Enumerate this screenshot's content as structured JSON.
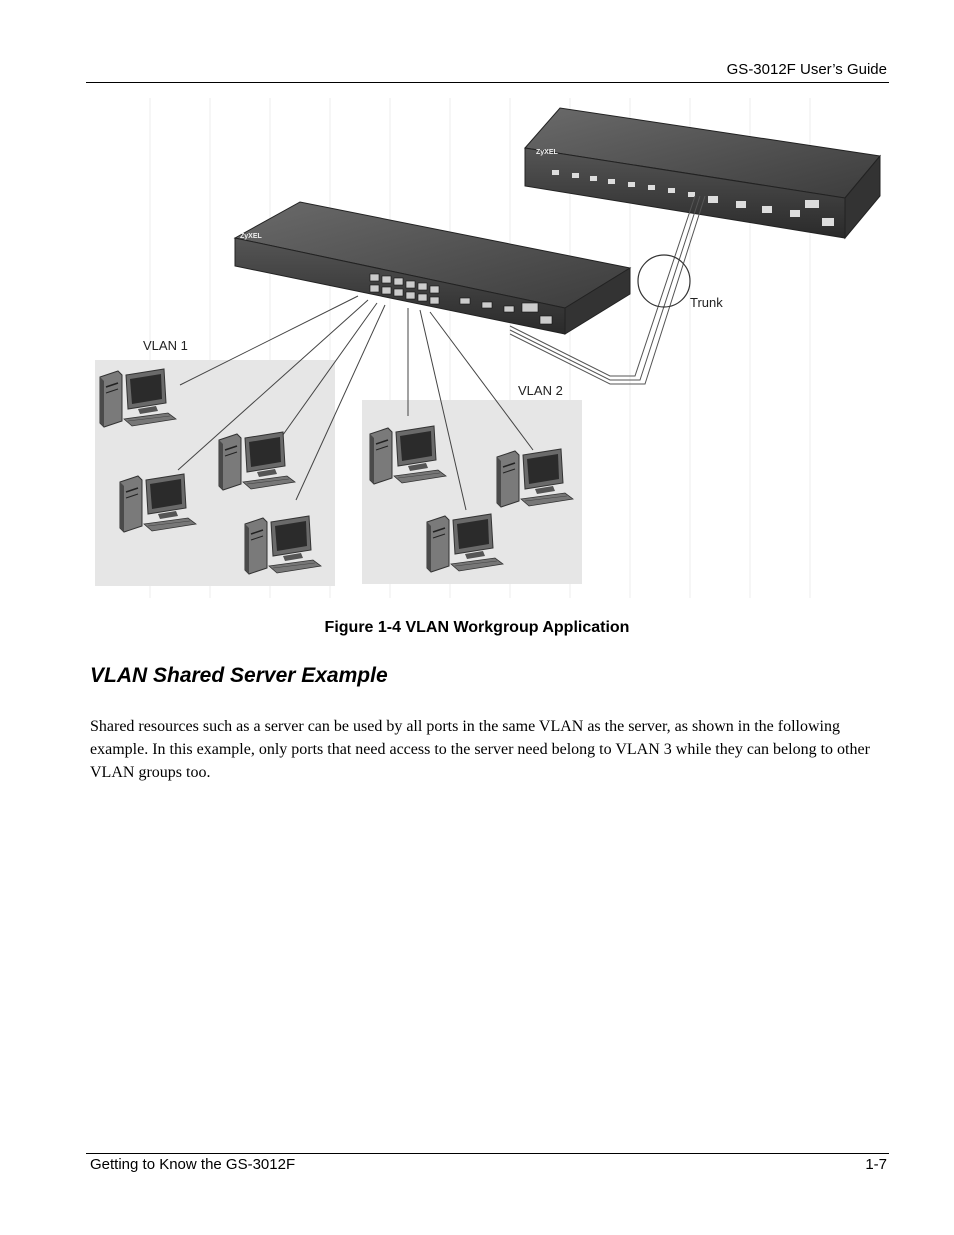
{
  "header": {
    "title": "GS-3012F User’s Guide"
  },
  "figure": {
    "labels": {
      "vlan1": "VLAN 1",
      "vlan2": "VLAN 2",
      "trunk": "Trunk",
      "brand": "ZyXEL"
    },
    "caption": "Figure 1-4 VLAN Workgroup Application"
  },
  "section": {
    "heading": "VLAN Shared Server Example",
    "paragraph": "Shared resources such as a server can be used by all ports in the same VLAN as the server, as shown in the following example. In this example, only ports that need access to the server need belong to VLAN 3 while they can belong to other VLAN groups too."
  },
  "footer": {
    "left": "Getting to Know the GS-3012F",
    "right": "1-7"
  }
}
